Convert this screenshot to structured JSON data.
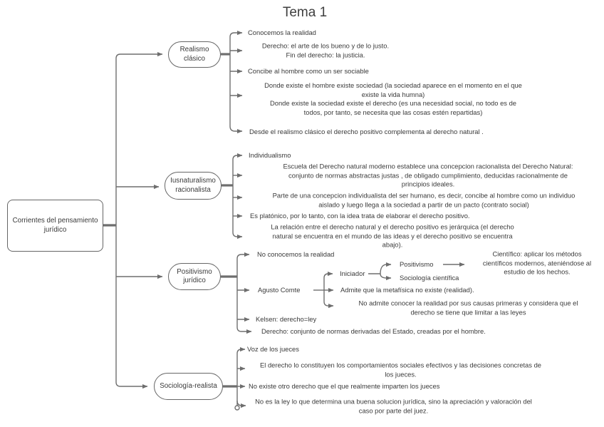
{
  "title": "Tema 1",
  "root": {
    "label": "Corrientes del pensamiento\njurídico"
  },
  "colors": {
    "line": "#6e6e6e",
    "text": "#3a3a3a",
    "node_border": "#666666",
    "background": "#ffffff"
  },
  "branches": [
    {
      "label": "Realismo\nclásico",
      "items": [
        "Conocemos la realidad",
        "Derecho: el arte de los bueno y de lo justo.\nFin del derecho: la justicia.",
        "Concibe al hombre como un ser sociable",
        "Donde existe el hombre existe sociedad (la sociedad aparece en el momento en el que\nexiste la vida humna)\nDonde existe la sociedad existe el derecho (es una necesidad social, no todo es de\ntodos, por tanto, se necesita que las cosas estén repartidas)",
        "Desde el realismo clásico el derecho positivo complementa al derecho natural ."
      ]
    },
    {
      "label": "Iusnaturalismo\nracionalista",
      "items": [
        "Individualismo",
        "Escuela del Derecho natural moderno establece una concepcion racionalista del Derecho Natural:\nconjunto de normas abstractas justas , de obligado cumplimiento, deducidas racionalmente de\nprincipios ideales.",
        "Parte de una concepcion individualista del ser humano, es decir, concibe al hombre como un individuo\naislado y luego llega a la sociedad a partir de un pacto (contrato social)",
        "Es platónico, por lo tanto, con la idea trata de elaborar el derecho positivo.",
        "La relación entre el derecho natural y el derecho positivo es jerárquica (el derecho\nnatural se encuentra en el mundo de las ideas y el derecho positivo se encuentra\nabajo)."
      ]
    },
    {
      "label": "Positivismo\njurídico",
      "items": [
        "No conocemos la realidad",
        "Agusto Comte",
        "Kelsen: derecho=ley",
        "Derecho: conjunto de normas derivadas del Estado, creadas por el hombre."
      ],
      "subtree": {
        "iniciador": "Iniciador",
        "positivismo": "Positivismo",
        "sociologia_cientifica": "Sociología científica",
        "cientifico": "Científico: aplicar los métodos\ncientíficos modernos, ateniéndose al\nestudio de los hechos.",
        "admite": "Admite que la metafísica no existe (realidad).",
        "no_admite": "No admite conocer la realidad por sus causas primeras y considera que el\nderecho se tiene que limitar a las leyes"
      }
    },
    {
      "label": "Sociología-realista",
      "items": [
        "Voz de los jueces",
        "El derecho lo constituyen los comportamientos sociales efectivos y las decisiones concretas de\nlos jueces.",
        "No existe otro derecho que el que realmente imparten los jueces",
        "No es la ley lo que determina una buena solucion jurídica, sino la apreciación y valoración del\ncaso por parte del juez."
      ]
    }
  ]
}
